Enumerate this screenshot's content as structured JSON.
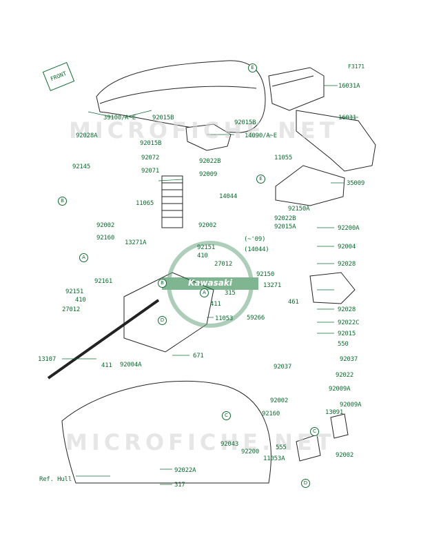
{
  "diagram_code": "F3171",
  "front_label": "FRONT",
  "watermark": "MICROFICHE.NET",
  "logo_text": "Kawasaki",
  "labels": {
    "l39100": "39100/A~E",
    "l92028A": "92028A",
    "l92015B_a": "92015B",
    "l92015B_b": "92015B",
    "l92015B_c": "92015B",
    "l14090": "14090/A~E",
    "l92072": "92072",
    "l92022B_a": "92022B",
    "l92071": "92071",
    "l92009_a": "92009",
    "l92145": "92145",
    "l11065": "11065",
    "l92002_a": "92002",
    "l92002_b": "92002",
    "l92160_a": "92160",
    "l13271A": "13271A",
    "l92151_a": "92151",
    "l410_a": "410",
    "l27012_a": "27012",
    "l92161": "92161",
    "l92151_b": "92151",
    "l410_b": "410",
    "l27012_b": "27012",
    "l315": "315",
    "l411_a": "411",
    "l11053": "11053",
    "l13107": "13107",
    "l411_b": "411",
    "l92004A": "92004A",
    "l671": "671",
    "l16031A": "16031A",
    "l16031": "16031",
    "l11055": "11055",
    "l35009": "35009",
    "l14044": "14044",
    "l92150A": "92150A",
    "l92022B_b": "92022B",
    "l92015A": "92015A",
    "l92200A": "92200A",
    "l09": "(~'09)",
    "l14044b": "(14044)",
    "l92004": "92004",
    "l92028_a": "92028",
    "l92150": "92150",
    "l13271": "13271",
    "l461": "461",
    "l92028_b": "92028",
    "l59266": "59266",
    "l92022C": "92022C",
    "l92015": "92015",
    "l550": "550",
    "l92037_a": "92037",
    "l92037_b": "92037",
    "l92022": "92022",
    "l92009A_a": "92009A",
    "l92002_c": "92002",
    "l92009A_b": "92009A",
    "l92160_b": "92160",
    "l13091": "13091",
    "l92043": "92043",
    "l92200": "92200",
    "l555": "555",
    "l11053A": "11053A",
    "l92002_d": "92002",
    "lRefHull": "Ref. Hull",
    "l92022A": "92022A",
    "l317": "317"
  },
  "refs": {
    "r1": "E",
    "r2": "B",
    "r3": "A",
    "r4": "B",
    "r5": "A",
    "r6": "D",
    "r7": "E",
    "r8": "C",
    "r9": "C",
    "r10": "D"
  },
  "colors": {
    "line": "#0b6b2f",
    "part": "#222222",
    "watermark": "#d0d0d0"
  }
}
